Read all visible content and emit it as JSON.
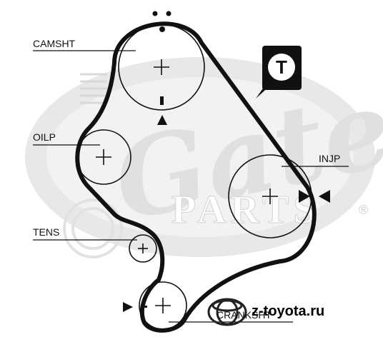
{
  "labels": {
    "camshaft": "CAMSHT",
    "oil_pump": "OILP",
    "injection_pump": "INJP",
    "tensioner": "TENS",
    "crankshaft": "CRANKSHT"
  },
  "tension_badge": "T",
  "watermark": {
    "brand_text": "Gates",
    "parts_text": "PARTS",
    "site_text": "z-toyota.ru",
    "registered_mark": "®"
  },
  "colors": {
    "belt": "#111111",
    "watermark": "#e6e6e6",
    "badge_fill": "#111111",
    "badge_text": "#ffffff"
  },
  "icons": {
    "timing_mark": "triangle-icon",
    "camshaft_dots": "dots-icon"
  }
}
